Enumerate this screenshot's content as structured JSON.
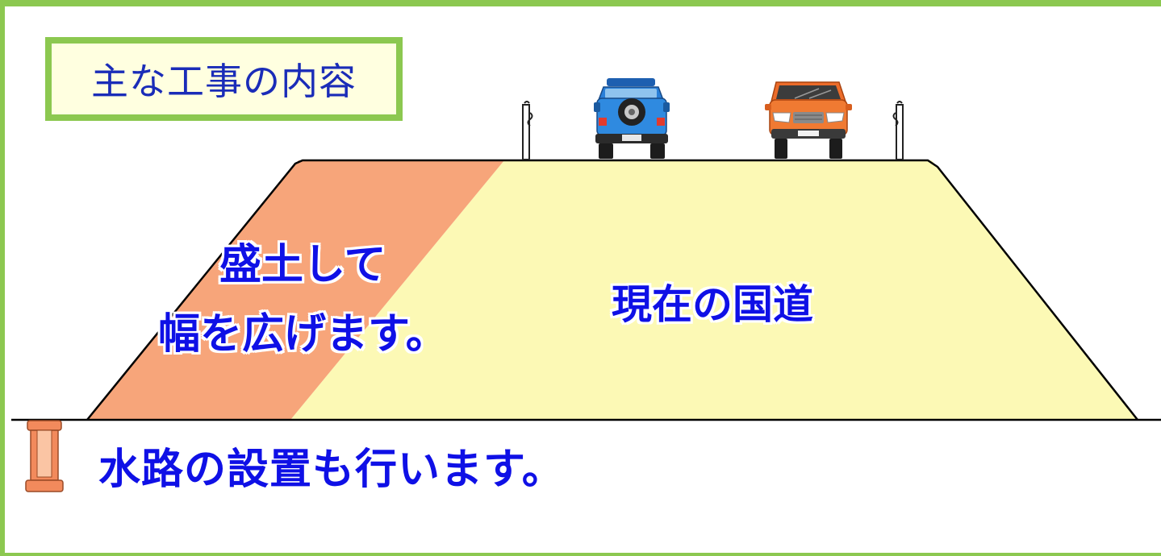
{
  "title": "主な工事の内容",
  "labels": {
    "embankment_line1": "盛土して",
    "embankment_line2": "幅を広げます。",
    "existing_road": "現在の国道",
    "channel": "水路の設置も行います。"
  },
  "colors": {
    "frame_green": "#8cc850",
    "title_bg": "#ffffe0",
    "existing_road_fill": "#fcf9b5",
    "embankment_fill": "#f7a57a",
    "label_blue": "#0f10e6",
    "channel_fill": "#f28a5c"
  },
  "icons": {
    "vehicle_left": "blue-suv-rear-icon",
    "vehicle_right": "orange-car-front-icon",
    "guard_post_left": "guard-post-icon",
    "guard_post_right": "guard-post-icon",
    "channel": "water-channel-icon"
  }
}
